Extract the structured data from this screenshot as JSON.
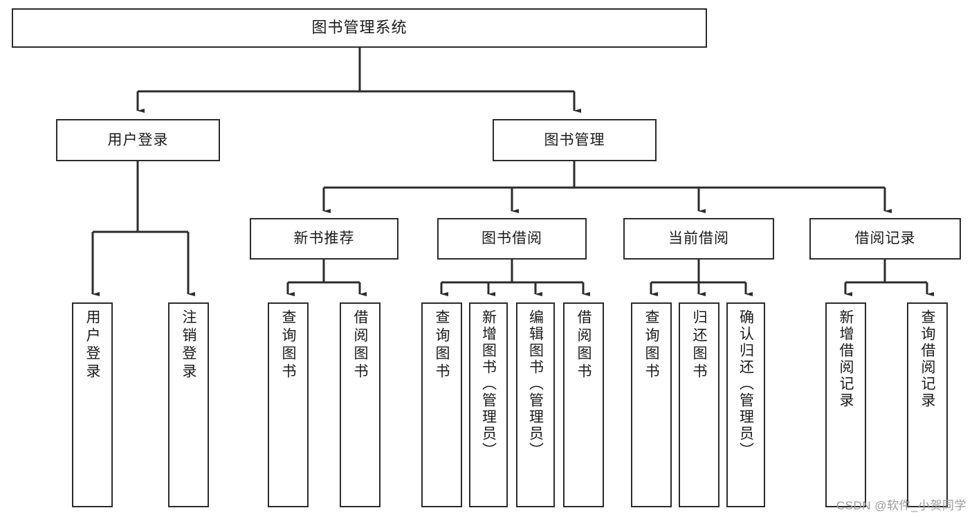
{
  "diagram": {
    "title": "图书管理系统",
    "type": "hierarchy-tree",
    "watermark": "CSDN @软件_小贺同学",
    "colors": {
      "box_border": "#2b2b2b",
      "box_fill": "#ffffff",
      "connector": "#2b2b2b",
      "text": "#1a1a1a",
      "watermark": "#9a9a9a"
    },
    "levels": {
      "root": [
        "图书管理系统"
      ],
      "level2": [
        "用户登录",
        "图书管理"
      ],
      "level3": [
        "新书推荐",
        "图书借阅",
        "当前借阅",
        "借阅记录"
      ],
      "level4": [
        "用户登录",
        "注销登录",
        "查询图书",
        "借阅图书",
        "查询图书",
        "新增图书（管理员）",
        "编辑图书（管理员）",
        "借阅图书",
        "查询图书",
        "归还图书",
        "确认归还（管理员）",
        "新增借阅记录",
        "查询借阅记录"
      ]
    },
    "nodes": {
      "root": {
        "label": "图书管理系统"
      },
      "user_login": {
        "label": "用户登录"
      },
      "book_manage": {
        "label": "图书管理"
      },
      "new_book_rec": {
        "label": "新书推荐"
      },
      "book_borrow": {
        "label": "图书借阅"
      },
      "current_borrow": {
        "label": "当前借阅"
      },
      "borrow_record": {
        "label": "借阅记录"
      },
      "leaf_user_login": {
        "label": "用户登录"
      },
      "leaf_user_logout": {
        "label": "注销登录"
      },
      "leaf_query_book_a": {
        "label": "查询图书"
      },
      "leaf_borrow_book_a": {
        "label": "借阅图书"
      },
      "leaf_query_book_b": {
        "label": "查询图书"
      },
      "leaf_add_book": {
        "label": "新增图书（管理员）"
      },
      "leaf_edit_book": {
        "label": "编辑图书（管理员）"
      },
      "leaf_borrow_book_b": {
        "label": "借阅图书"
      },
      "leaf_query_book_c": {
        "label": "查询图书"
      },
      "leaf_return_book": {
        "label": "归还图书"
      },
      "leaf_confirm_return": {
        "label": "确认归还（管理员）"
      },
      "leaf_add_record": {
        "label": "新增借阅记录"
      },
      "leaf_query_record": {
        "label": "查询借阅记录"
      }
    },
    "edges": [
      {
        "from": "root",
        "to": "user_login"
      },
      {
        "from": "root",
        "to": "book_manage"
      },
      {
        "from": "user_login",
        "to": "leaf_user_login"
      },
      {
        "from": "user_login",
        "to": "leaf_user_logout"
      },
      {
        "from": "book_manage",
        "to": "new_book_rec"
      },
      {
        "from": "book_manage",
        "to": "book_borrow"
      },
      {
        "from": "book_manage",
        "to": "current_borrow"
      },
      {
        "from": "book_manage",
        "to": "borrow_record"
      },
      {
        "from": "new_book_rec",
        "to": "leaf_query_book_a"
      },
      {
        "from": "new_book_rec",
        "to": "leaf_borrow_book_a"
      },
      {
        "from": "book_borrow",
        "to": "leaf_query_book_b"
      },
      {
        "from": "book_borrow",
        "to": "leaf_add_book"
      },
      {
        "from": "book_borrow",
        "to": "leaf_edit_book"
      },
      {
        "from": "book_borrow",
        "to": "leaf_borrow_book_b"
      },
      {
        "from": "current_borrow",
        "to": "leaf_query_book_c"
      },
      {
        "from": "current_borrow",
        "to": "leaf_return_book"
      },
      {
        "from": "current_borrow",
        "to": "leaf_confirm_return"
      },
      {
        "from": "borrow_record",
        "to": "leaf_add_record"
      },
      {
        "from": "borrow_record",
        "to": "leaf_query_record"
      }
    ]
  }
}
